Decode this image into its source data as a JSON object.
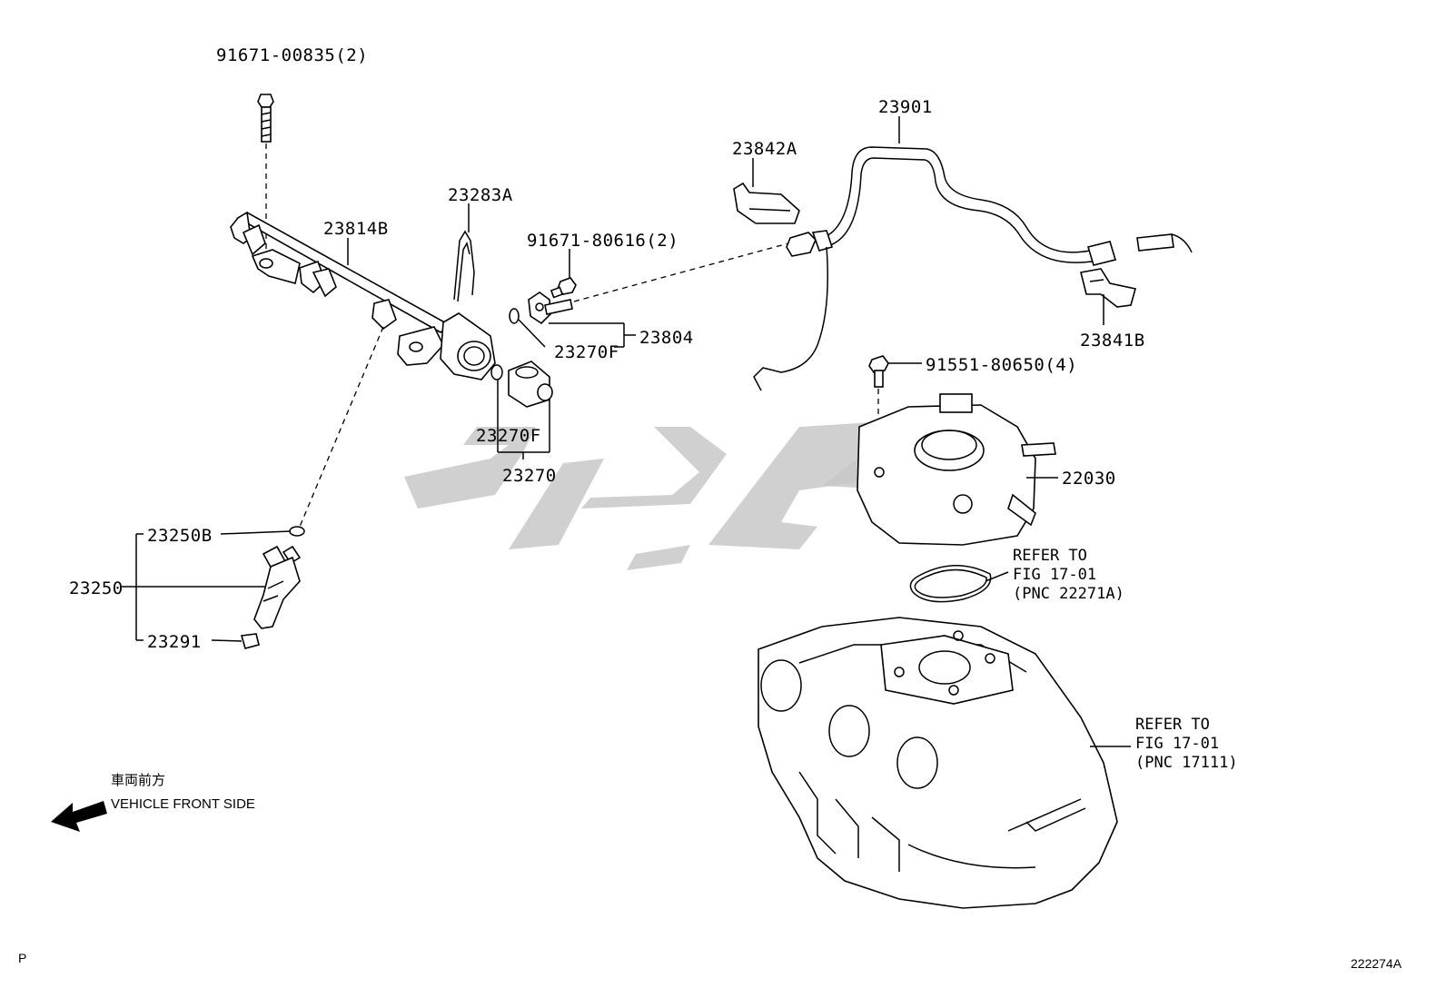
{
  "parts": {
    "bolt_top": "91671-00835(2)",
    "rail": "23814B",
    "clip": "23283A",
    "bolt_mid": "91671-80616(2)",
    "o_ring_1": "23270F",
    "damper": "23804",
    "o_ring_2": "23270F",
    "regulator": "23270",
    "bracket_top": "23842A",
    "fuel_pipe": "23901",
    "clamp": "23841B",
    "bolt_right": "91551-80650(4)",
    "throttle_body": "22030",
    "injector_seal": "23250B",
    "injector": "23250",
    "insulator": "23291"
  },
  "refs": {
    "gasket_line1": "REFER TO",
    "gasket_line2": "FIG 17-01",
    "gasket_line3": "(PNC 22271A)",
    "manifold_line1": "REFER TO",
    "manifold_line2": "FIG 17-01",
    "manifold_line3": "(PNC 17111)"
  },
  "direction": {
    "japanese": "車両前方",
    "english": "VEHICLE FRONT SIDE",
    "icon": "arrow-left-down-icon"
  },
  "corner": {
    "left": "P",
    "right": "222274A"
  },
  "watermark": {
    "text": "قطعه‌یار",
    "color": "#c8c8c8"
  }
}
